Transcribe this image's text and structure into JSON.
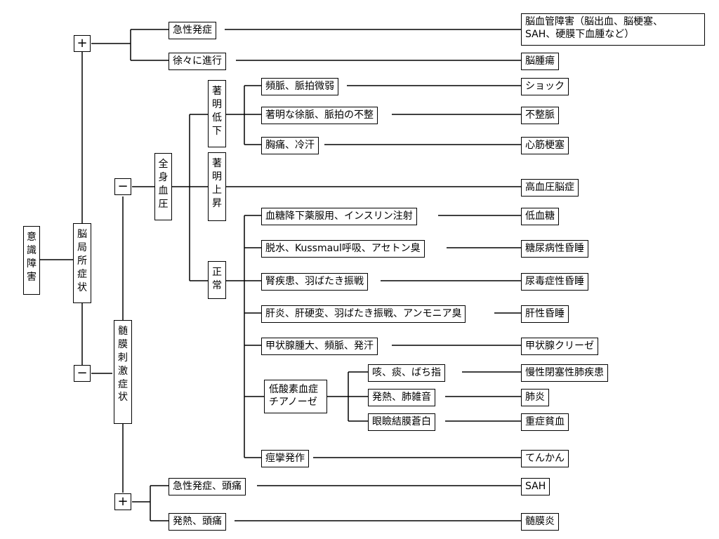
{
  "root": {
    "chars": [
      "意",
      "識",
      "障",
      "害"
    ]
  },
  "focal": {
    "chars": [
      "脳",
      "局",
      "所",
      "症",
      "状"
    ],
    "plus": "+",
    "minus": "−"
  },
  "focal_plus": {
    "acute": {
      "label": "急性発症",
      "result": "脳血管障害（脳出血、脳梗塞、\nSAH、硬膜下血腫など）"
    },
    "gradual": {
      "label": "徐々に進行",
      "result": "脳腫瘍"
    }
  },
  "meningeal": {
    "chars": [
      "髄",
      "膜",
      "刺",
      "激",
      "症",
      "状"
    ],
    "minus": "−",
    "plus": "+"
  },
  "bp": {
    "chars": [
      "全",
      "身",
      "血",
      "圧"
    ]
  },
  "low": {
    "chars": [
      "著",
      "明",
      "低",
      "下"
    ],
    "items": [
      {
        "label": "頻脈、脈拍微弱",
        "result": "ショック"
      },
      {
        "label": "著明な徐脈、脈拍の不整",
        "result": "不整脈"
      },
      {
        "label": "胸痛、冷汗",
        "result": "心筋梗塞"
      }
    ]
  },
  "high": {
    "chars": [
      "著",
      "明",
      "上",
      "昇"
    ],
    "result": "高血圧脳症"
  },
  "normal": {
    "chars": [
      "正",
      "常"
    ],
    "items": [
      {
        "label": "血糖降下薬服用、インスリン注射",
        "result": "低血糖"
      },
      {
        "label": "脱水、Kussmaul呼吸、アセトン臭",
        "result": "糖尿病性昏睡"
      },
      {
        "label": "腎疾患、羽ばたき振戦",
        "result": "尿毒症性昏睡"
      },
      {
        "label": "肝炎、肝硬変、羽ばたき振戦、アンモニア臭",
        "result": "肝性昏睡"
      },
      {
        "label": "甲状腺腫大、頻脈、発汗",
        "result": "甲状腺クリーゼ"
      }
    ],
    "hypoxia": {
      "label": "低酸素血症\nチアノーゼ",
      "items": [
        {
          "label": "咳、痰、ばち指",
          "result": "慢性閉塞性肺疾患"
        },
        {
          "label": "発熱、肺雑音",
          "result": "肺炎"
        },
        {
          "label": "眼瞼結膜蒼白",
          "result": "重症貧血"
        }
      ]
    },
    "seizure": {
      "label": "痙攣発作",
      "result": "てんかん"
    }
  },
  "meningeal_plus": {
    "items": [
      {
        "label": "急性発症、頭痛",
        "result": "SAH"
      },
      {
        "label": "発熱、頭痛",
        "result": "髄膜炎"
      }
    ]
  }
}
